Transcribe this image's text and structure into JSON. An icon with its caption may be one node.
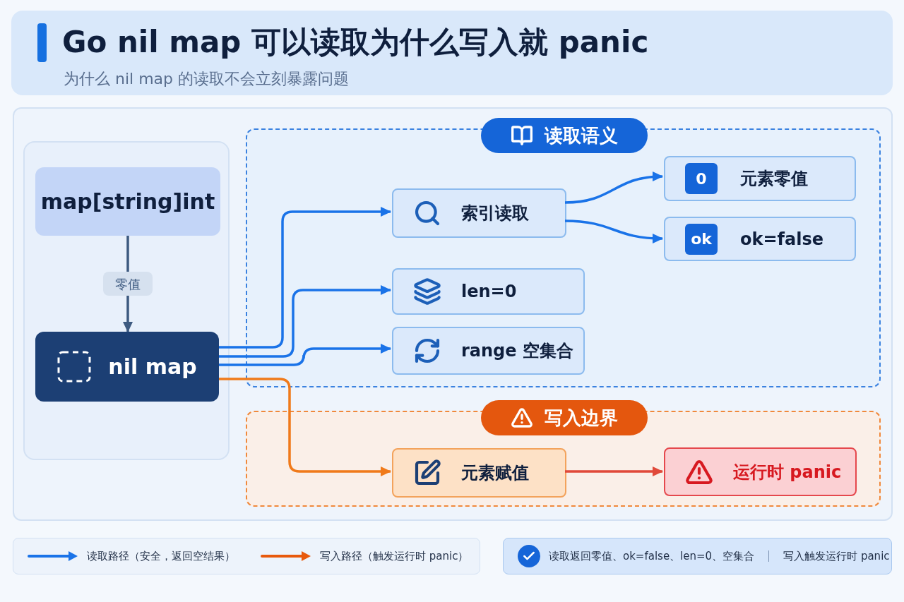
{
  "diagram": {
    "title": "Go nil map 可以读取为什么写入就 panic",
    "nodes": [
      {
        "text": [
          "map[string]int"
        ]
      },
      {
        "text": [
          "nil map"
        ]
      },
      {
        "text": [
          "读取语义"
        ]
      },
      {
        "text": [
          "索引读取"
        ],
        "in": 2
      },
      {
        "text": [
          "len=0"
        ],
        "in": 2
      },
      {
        "text": [
          "range 空集合"
        ],
        "in": 2
      },
      {
        "text": [
          "0",
          "元素零值"
        ],
        "in": 2
      },
      {
        "text": [
          "ok",
          "ok=false"
        ],
        "in": 2
      },
      {
        "text": [
          "写入边界"
        ]
      },
      {
        "text": [
          "元素赋值"
        ],
        "in": 8
      },
      {
        "text": [
          "运行时 panic"
        ],
        "in": 8
      }
    ],
    "edges": [
      {
        "from": 0,
        "to": 1,
        "arrow": "to",
        "label": "零值",
        "color": "#3d5a80"
      },
      {
        "from": 1,
        "to": 3,
        "arrow": "to",
        "color": "#1a73e8"
      },
      {
        "from": 1,
        "to": 4,
        "arrow": "to",
        "color": "#1a73e8"
      },
      {
        "from": 1,
        "to": 5,
        "arrow": "to",
        "color": "#1a73e8"
      },
      {
        "from": 3,
        "to": 6,
        "arrow": "to",
        "color": "#1a73e8"
      },
      {
        "from": 3,
        "to": 7,
        "arrow": "to",
        "color": "#1a73e8"
      },
      {
        "from": 1,
        "to": 9,
        "arrow": "to",
        "color": "#f07a1a"
      },
      {
        "from": 9,
        "to": 10,
        "arrow": "to",
        "color": "#e0493a"
      }
    ],
    "labels": [
      "为什么 nil map 的读取不会立刻暴露问题",
      "读取返回零值、ok=false、len=0、空集合",
      "写入触发运行时 panic"
    ],
    "legend": [
      {
        "text": "读取路径（安全，返回空结果）"
      },
      {
        "text": "写入路径（触发运行时 panic）"
      }
    ]
  }
}
